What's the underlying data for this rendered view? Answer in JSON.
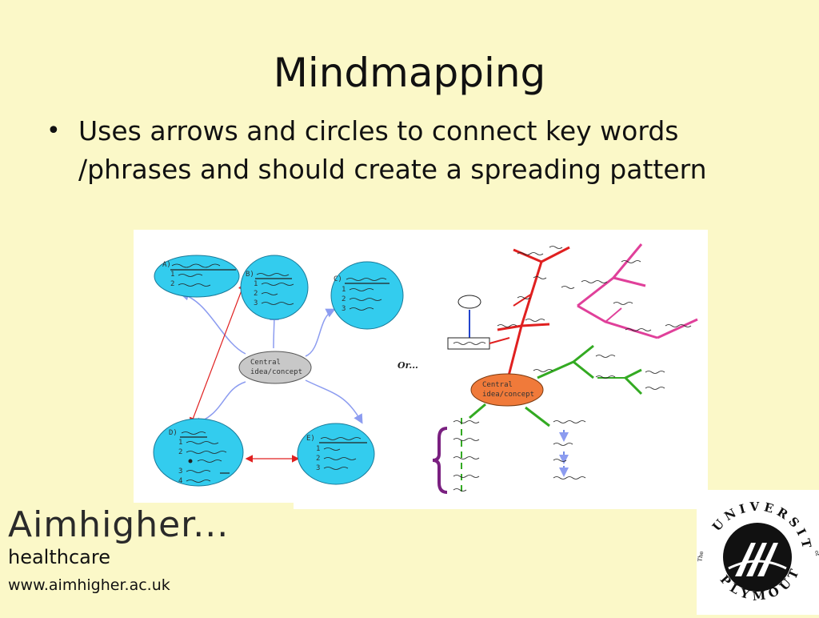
{
  "slide": {
    "title": "Mindmapping",
    "bullets": [
      "Uses arrows and circles to connect key words /phrases and should create a spreading pattern"
    ]
  },
  "figure": {
    "left_map": {
      "center_label_line1": "Central",
      "center_label_line2": "idea/concept",
      "nodes": [
        {
          "label": "A)",
          "items": [
            "1",
            "2"
          ]
        },
        {
          "label": "B)",
          "items": [
            "1",
            "2",
            "3"
          ]
        },
        {
          "label": "C)",
          "items": [
            "1",
            "2",
            "3"
          ]
        },
        {
          "label": "D)",
          "items": [
            "1",
            "2",
            "3",
            "4"
          ]
        },
        {
          "label": "E)",
          "items": [
            "1",
            "2",
            "3"
          ]
        }
      ]
    },
    "or_label": "Or...",
    "right_map": {
      "center_label_line1": "Central",
      "center_label_line2": "idea/concept"
    }
  },
  "footer": {
    "logo_main": "Aimhigher...",
    "logo_sub": "healthcare",
    "logo_url": "www.aimhigher.ac.uk",
    "seal_text": "The UNIVERSITY of PLYMOUTH"
  },
  "colors": {
    "background": "#fbf8c8",
    "bubble_fill": "#33ccee",
    "center_fill_left": "#c8c8c8",
    "center_fill_right": "#f07a3a",
    "arrow_blue": "#8c9cf0",
    "arrow_red": "#e02020",
    "branch_red": "#e02020",
    "branch_pink": "#e0409a",
    "branch_green": "#33aa22",
    "branch_blue": "#2244cc",
    "brace_purple": "#7a2080"
  }
}
